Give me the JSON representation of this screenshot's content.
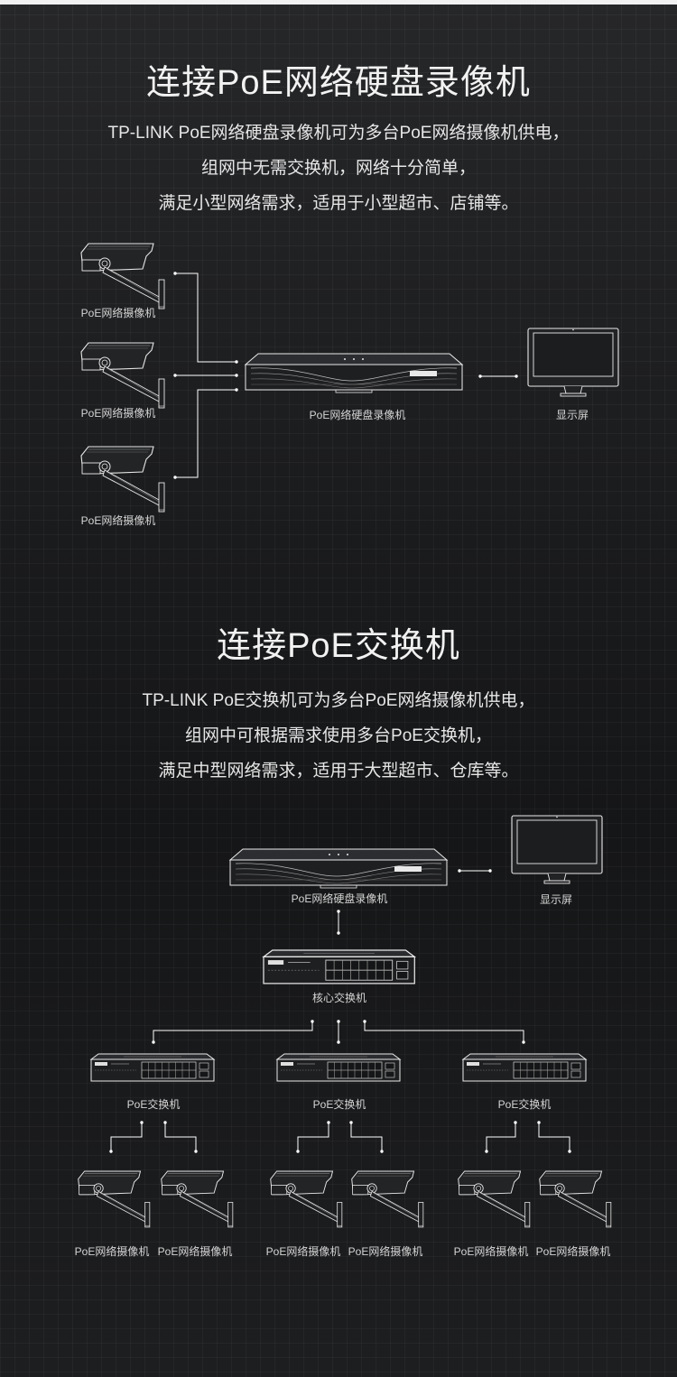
{
  "section1": {
    "title": "连接PoE网络硬盘录像机",
    "desc": [
      "TP-LINK PoE网络硬盘录像机可为多台PoE网络摄像机供电，",
      "组网中无需交换机，网络十分简单，",
      "满足小型网络需求，适用于小型超市、店铺等。"
    ],
    "labels": {
      "camera_1": "PoE网络摄像机",
      "camera_2": "PoE网络摄像机",
      "camera_3": "PoE网络摄像机",
      "nvr": "PoE网络硬盘录像机",
      "monitor": "显示屏"
    }
  },
  "section2": {
    "title": "连接PoE交换机",
    "desc": [
      "TP-LINK PoE交换机可为多台PoE网络摄像机供电，",
      "组网中可根据需求使用多台PoE交换机，",
      "满足中型网络需求，适用于大型超市、仓库等。"
    ],
    "labels": {
      "nvr": "PoE网络硬盘录像机",
      "monitor": "显示屏",
      "core_switch": "核心交换机",
      "poe_switch_1": "PoE交换机",
      "poe_switch_2": "PoE交换机",
      "poe_switch_3": "PoE交换机",
      "cameras": [
        "PoE网络摄像机",
        "PoE网络摄像机",
        "PoE网络摄像机",
        "PoE网络摄像机",
        "PoE网络摄像机",
        "PoE网络摄像机"
      ]
    }
  },
  "brand": "TP-LINK",
  "colors": {
    "background": "#1a1b1d",
    "line": "#ffffff",
    "text": "#e6e6e6"
  }
}
